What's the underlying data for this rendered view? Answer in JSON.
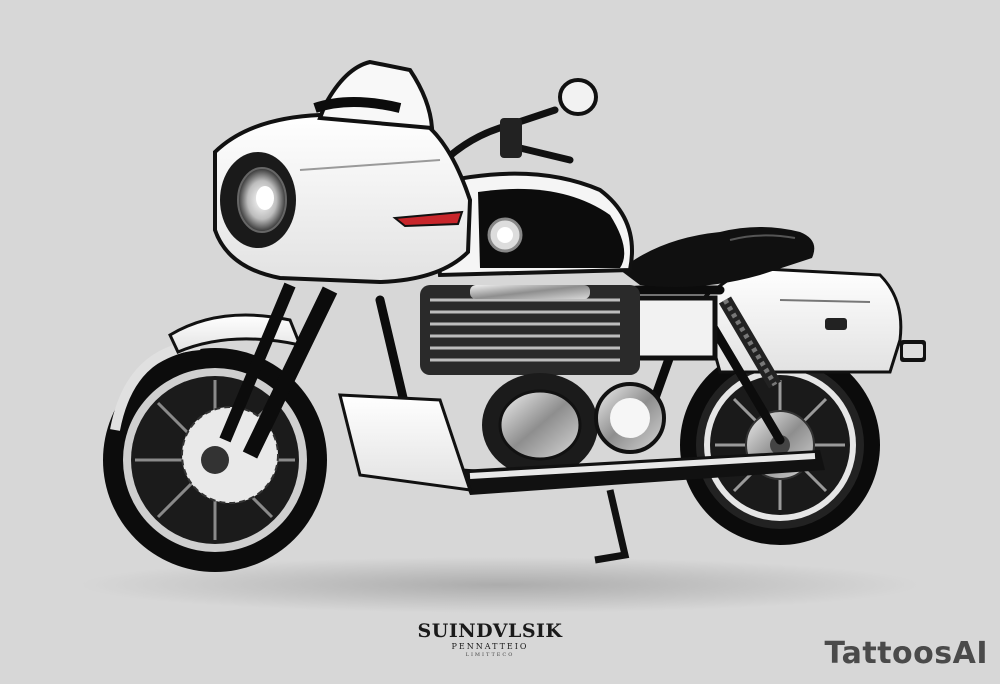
{
  "image": {
    "subject": "motorcycle-illustration",
    "background_color": "#d7d7d7"
  },
  "caption": {
    "title": "SUINDVLSIK",
    "line2": "PENNATTEIO",
    "line3": "LIMITTECO"
  },
  "watermark": {
    "text": "TattoosAI"
  },
  "colors": {
    "body_white": "#f4f4f4",
    "body_black": "#0c0c0c",
    "chrome": "#b9b9b9",
    "tail_light": "#c8262b"
  }
}
